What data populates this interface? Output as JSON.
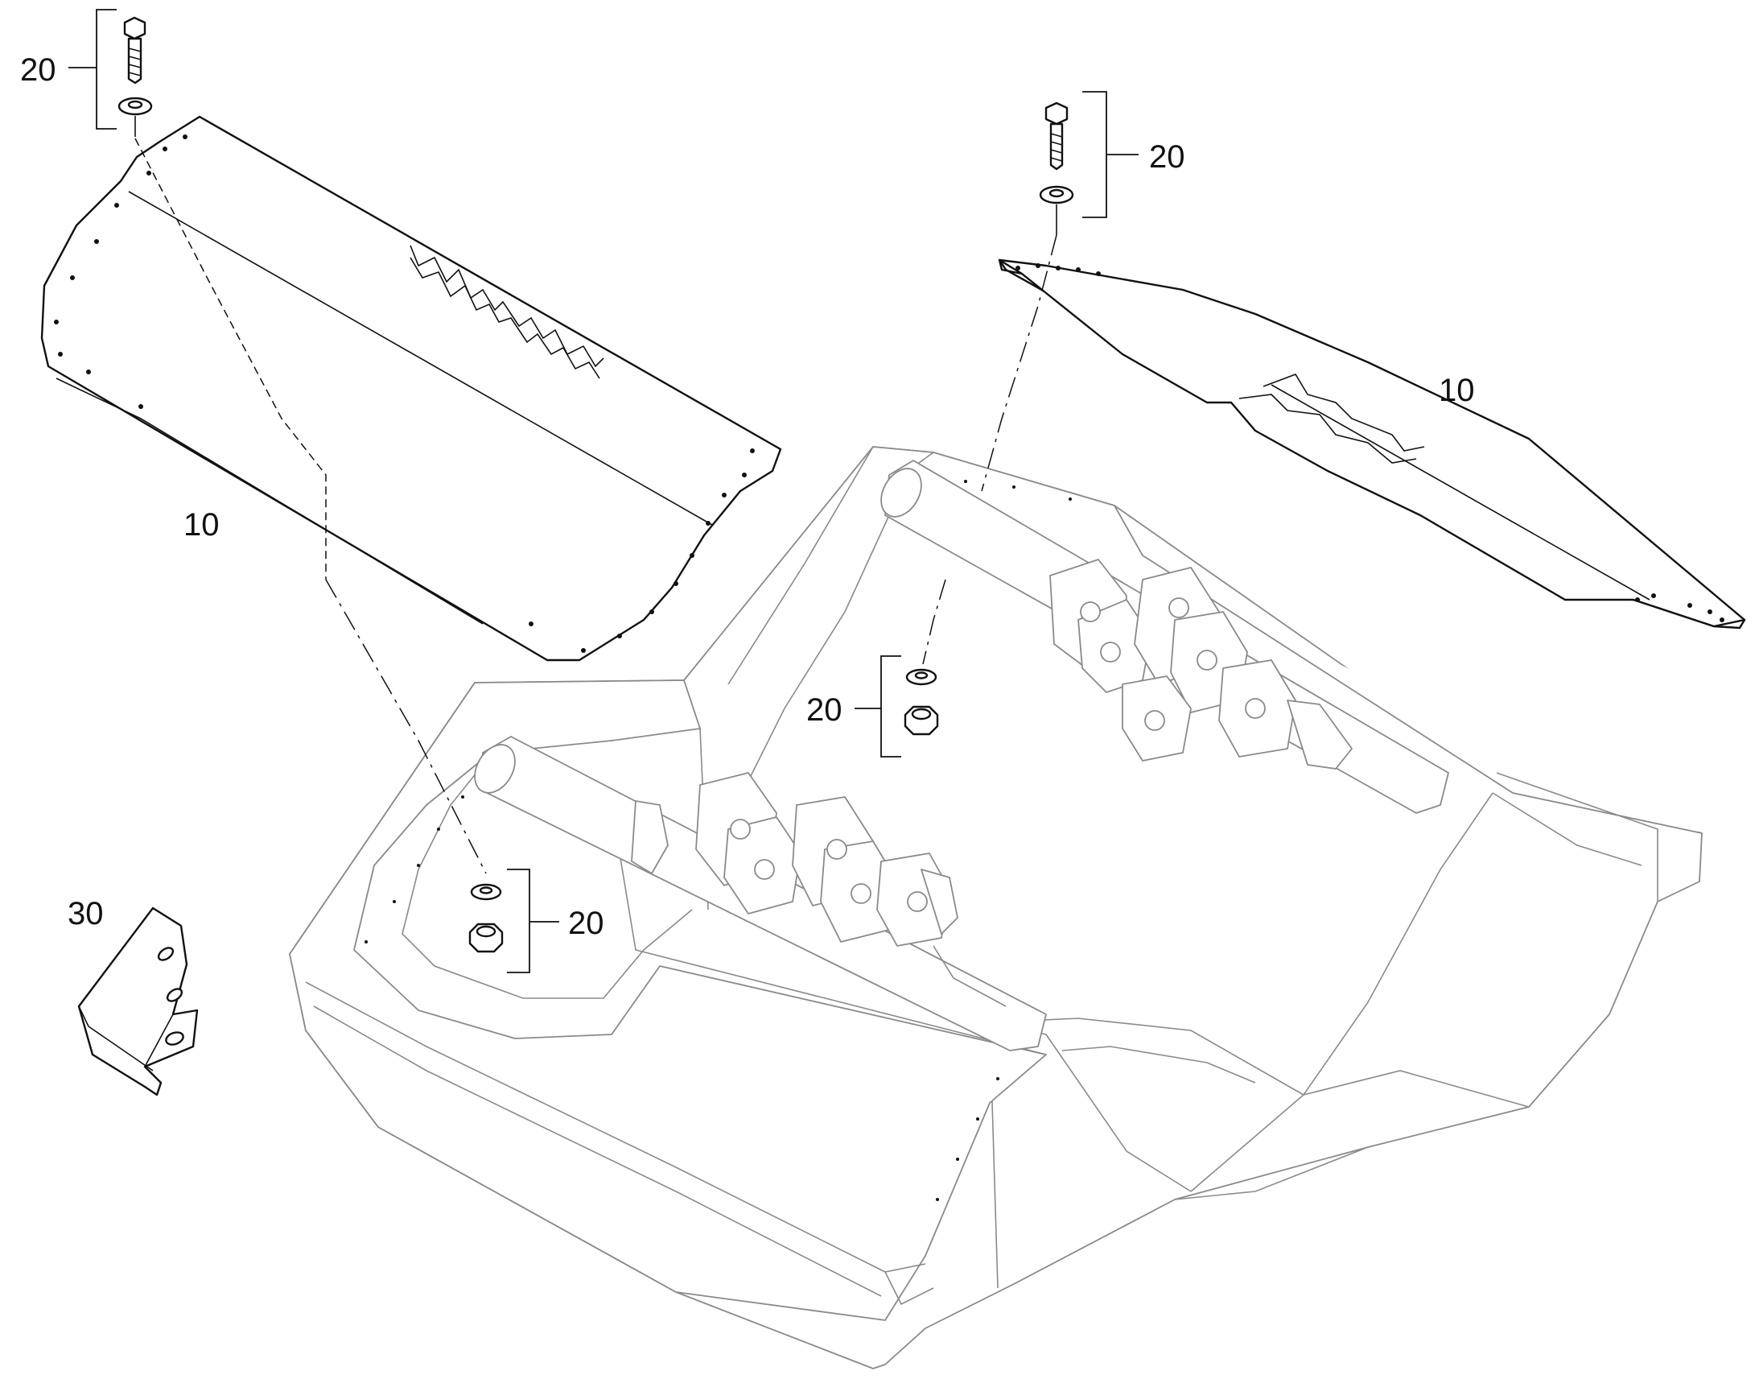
{
  "diagram": {
    "callouts": [
      {
        "id": "bolt-set-top-left",
        "text": "20"
      },
      {
        "id": "bolt-set-top-right",
        "text": "20"
      },
      {
        "id": "nut-set-center",
        "text": "20"
      },
      {
        "id": "nut-set-lower-left",
        "text": "20"
      },
      {
        "id": "plate-left",
        "text": "10"
      },
      {
        "id": "plate-right",
        "text": "10"
      },
      {
        "id": "bracket",
        "text": "30"
      }
    ]
  }
}
